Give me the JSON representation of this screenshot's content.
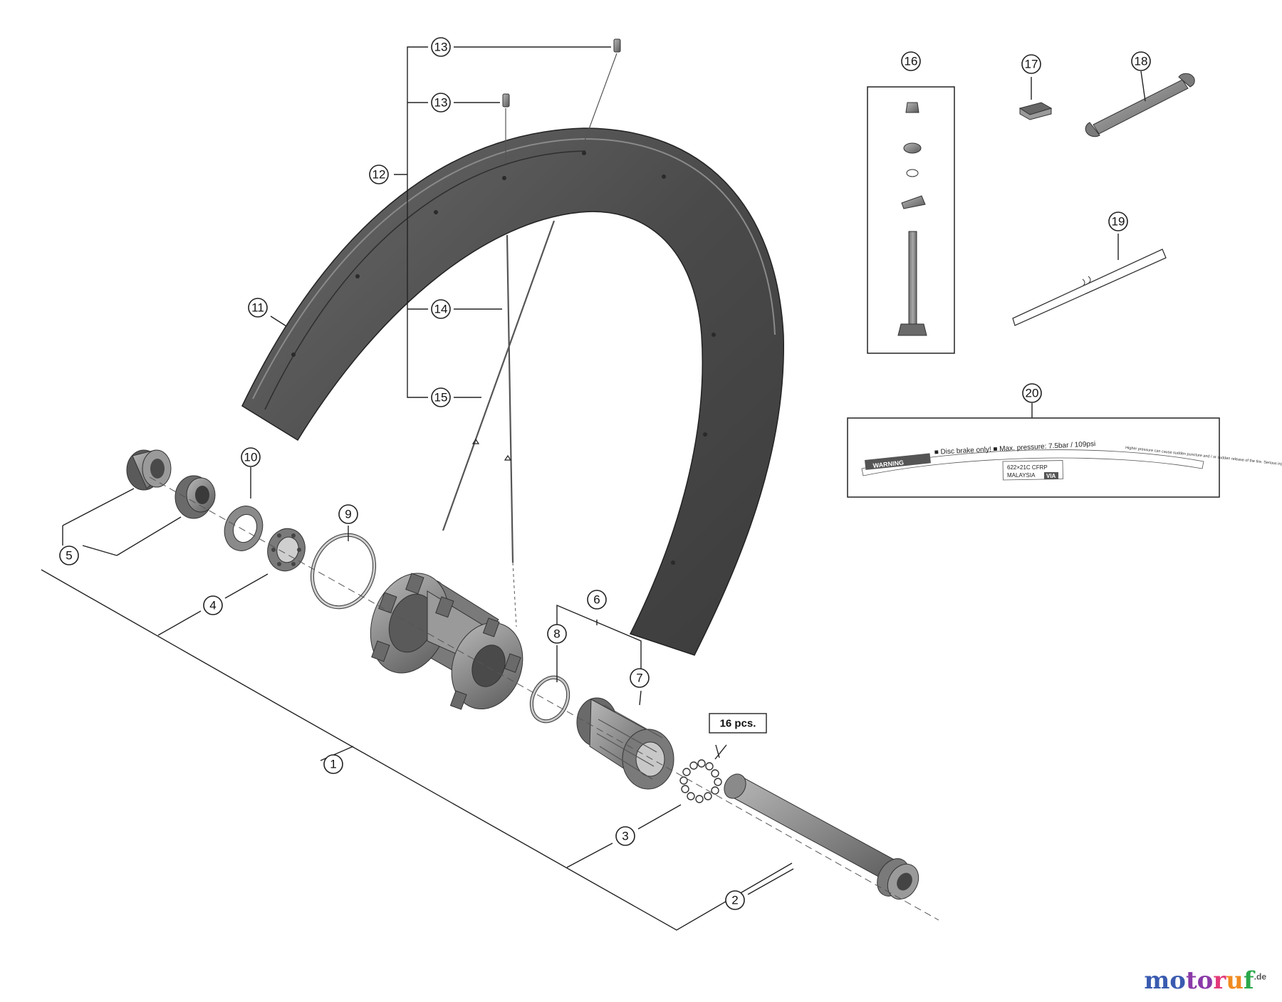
{
  "callouts": {
    "c1": "1",
    "c2": "2",
    "c3": "3",
    "c4": "4",
    "c5": "5",
    "c6": "6",
    "c7": "7",
    "c8": "8",
    "c9": "9",
    "c10": "10",
    "c11": "11",
    "c12": "12",
    "c13a": "13",
    "c13b": "13",
    "c14": "14",
    "c15": "15",
    "c16": "16",
    "c17": "17",
    "c18": "18",
    "c19": "19",
    "c20": "20"
  },
  "balls_label": "16 pcs.",
  "decal": {
    "warning": "WARNING",
    "line1": "■ Disc brake only! ■ Max. pressure: 7.5bar / 109psi",
    "line1_small": "Higher pressure can cause sudden puncture and / or sudden release of the tire. Serious injury can result.",
    "size": "622×21C  CFRP",
    "origin": "MALAYSIA",
    "brand": "VIA"
  },
  "watermark": {
    "brand": "motoruf",
    "tld": ".de"
  },
  "colors": {
    "line": "#222222",
    "rim": "#4e4e4e",
    "part": "#8c8c8c",
    "part_dark": "#555555"
  }
}
